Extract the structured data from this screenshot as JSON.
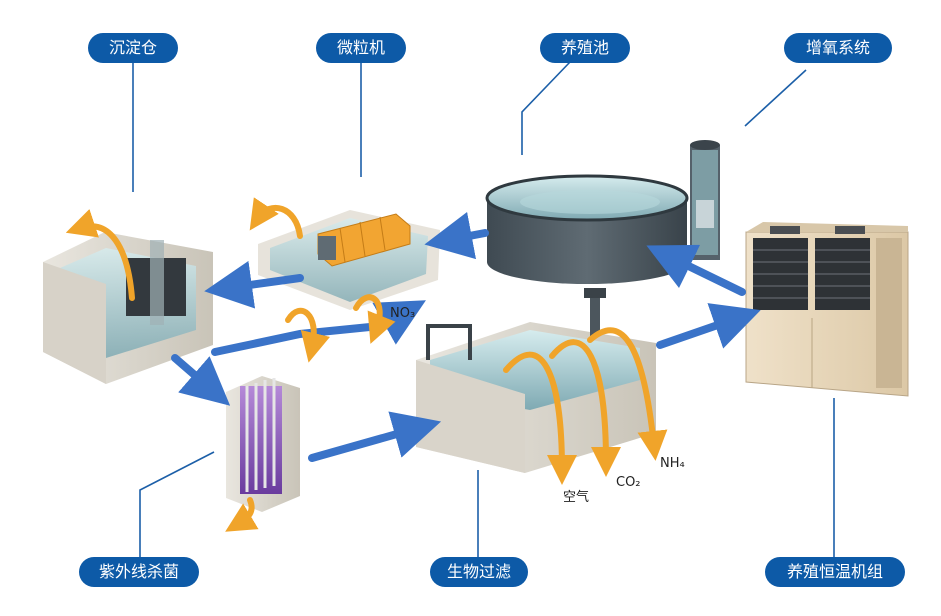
{
  "labels": {
    "sedimentation": "沉淀仓",
    "microfilter": "微粒机",
    "culture_pool": "养殖池",
    "aeration": "增氧系统",
    "uv_sterilization": "紫外线杀菌",
    "biofilter": "生物过滤",
    "heat_pump": "养殖恒温机组"
  },
  "chemicals": {
    "nitrate": "NO₃",
    "air": "空气",
    "co2": "CO₂",
    "ammonia": "NH₄"
  },
  "colors": {
    "label_bg": "#0d5aa7",
    "flow_arrow": "#3a73c8",
    "process_arrow": "#f0a42a",
    "leader_line": "#1c5fa8"
  }
}
